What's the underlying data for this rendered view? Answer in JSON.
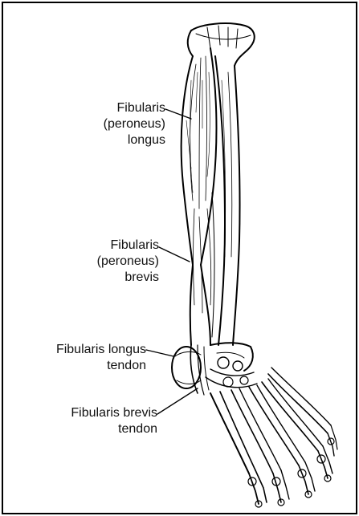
{
  "labels": {
    "fibularis_longus": [
      "Fibularis",
      "(peroneus)",
      "longus"
    ],
    "fibularis_brevis": [
      "Fibularis",
      "(peroneus)",
      "brevis"
    ],
    "fibularis_longus_tendon": [
      "Fibularis longus",
      "tendon"
    ],
    "fibularis_brevis_tendon": [
      "Fibularis brevis",
      "tendon"
    ]
  }
}
